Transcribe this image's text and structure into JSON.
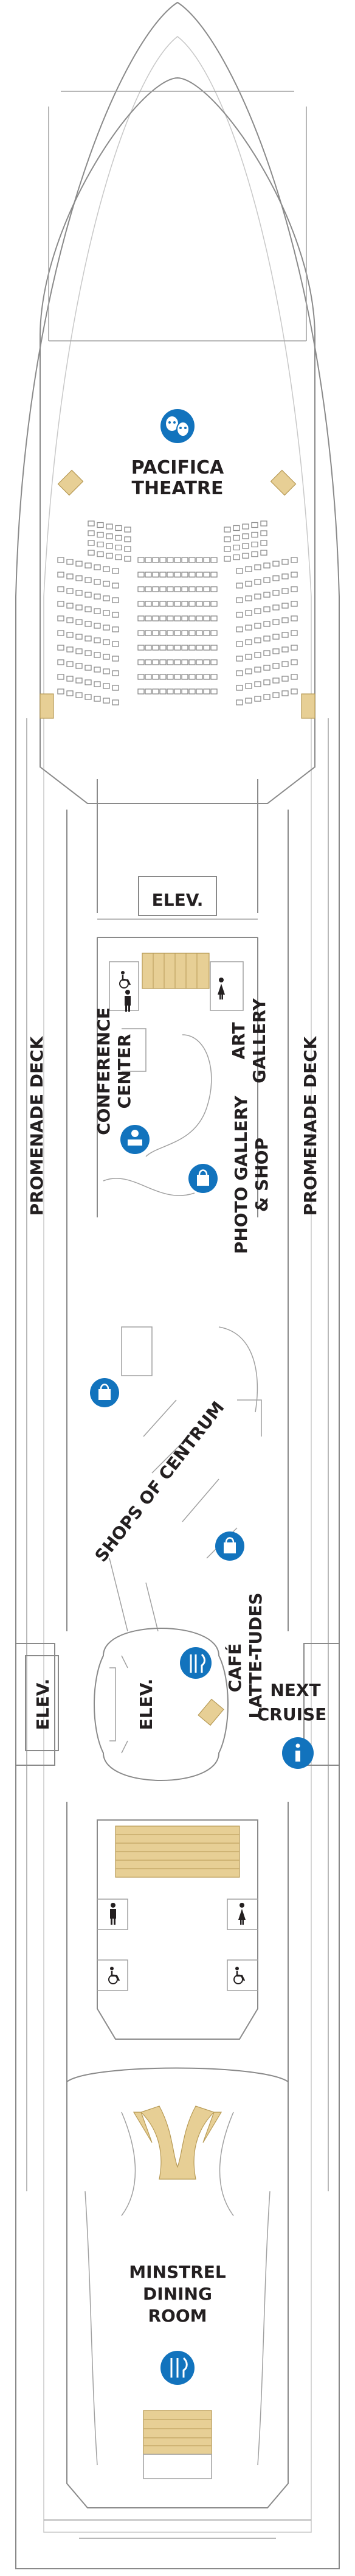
{
  "labels": {
    "theatre_line1": "PACIFICA",
    "theatre_line2": "THEATRE",
    "elev_top": "ELEV.",
    "conference_line1": "CONFERENCE",
    "conference_line2": "CENTER",
    "art_line1": "ART",
    "art_line2": "GALLERY",
    "photo_line1": "PHOTO GALLERY",
    "photo_line2": "& SHOP",
    "promenade_left": "PROMENADE DECK",
    "promenade_right": "PROMENADE DECK",
    "shops": "SHOPS OF CENTRUM",
    "cafe_line1": "CAFÉ",
    "cafe_line2": "LATTE-TUDES",
    "elev_side": "ELEV.",
    "elev_center": "ELEV.",
    "next_line1": "NEXT",
    "next_line2": "CRUISE",
    "dining_line1": "MINSTREL",
    "dining_line2": "DINING",
    "dining_line3": "ROOM"
  },
  "icons": {
    "theatre": "theatre-masks-icon",
    "conference": "conference-icon",
    "shop": "shopping-bag-icon",
    "dining": "dining-icon",
    "info": "information-icon",
    "restroom": "restroom-icon",
    "accessible": "wheelchair-icon"
  },
  "colors": {
    "icon_blue": "#1273bd",
    "stair_tan": "#e7cf95",
    "wall_gray": "#8a8a8a",
    "text": "#231f20"
  }
}
